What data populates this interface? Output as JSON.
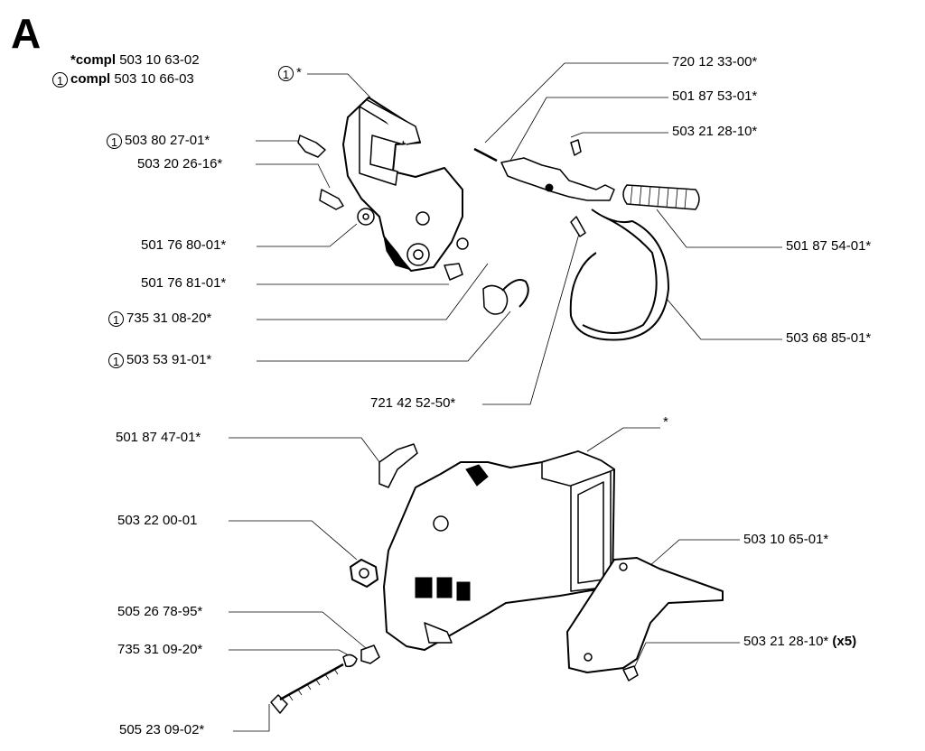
{
  "section_letter": "A",
  "legend": {
    "line1": {
      "prefix": "*compl",
      "number": "503 10 63-02"
    },
    "line2": {
      "marker": "1",
      "prefix": "compl",
      "number": "503 10 66-03"
    }
  },
  "callouts": {
    "c_top_star": {
      "marker": "1",
      "text": "*"
    },
    "p_503_80_27": {
      "marker": "1",
      "text": "503 80 27-01*"
    },
    "p_503_20_26": {
      "text": "503 20 26-16*"
    },
    "p_501_76_80": {
      "text": "501 76 80-01*"
    },
    "p_501_76_81": {
      "text": "501 76 81-01*"
    },
    "p_735_31_08": {
      "marker": "1",
      "text": "735 31 08-20*"
    },
    "p_503_53_91": {
      "marker": "1",
      "text": "503 53 91-01*"
    },
    "p_720_12_33": {
      "text": "720 12 33-00*"
    },
    "p_501_87_53": {
      "text": "501 87 53-01*"
    },
    "p_503_21_28_a": {
      "text": "503 21 28-10*"
    },
    "p_501_87_54": {
      "text": "501 87 54-01*"
    },
    "p_503_68_85": {
      "text": "503 68 85-01*"
    },
    "p_721_42_52": {
      "text": "721 42 52-50*"
    },
    "p_star": {
      "text": "*"
    },
    "p_501_87_47": {
      "text": "501 87 47-01*"
    },
    "p_503_22_00": {
      "text": "503 22 00-01"
    },
    "p_503_10_65": {
      "text": "503 10 65-01*"
    },
    "p_505_26_78": {
      "text": "505 26 78-95*"
    },
    "p_503_21_28_b": {
      "text": "503 21 28-10*",
      "suffix": "(x5)"
    },
    "p_735_31_09": {
      "text": "735 31 09-20*"
    },
    "p_505_23_09": {
      "text": "505 23 09-02*"
    }
  }
}
